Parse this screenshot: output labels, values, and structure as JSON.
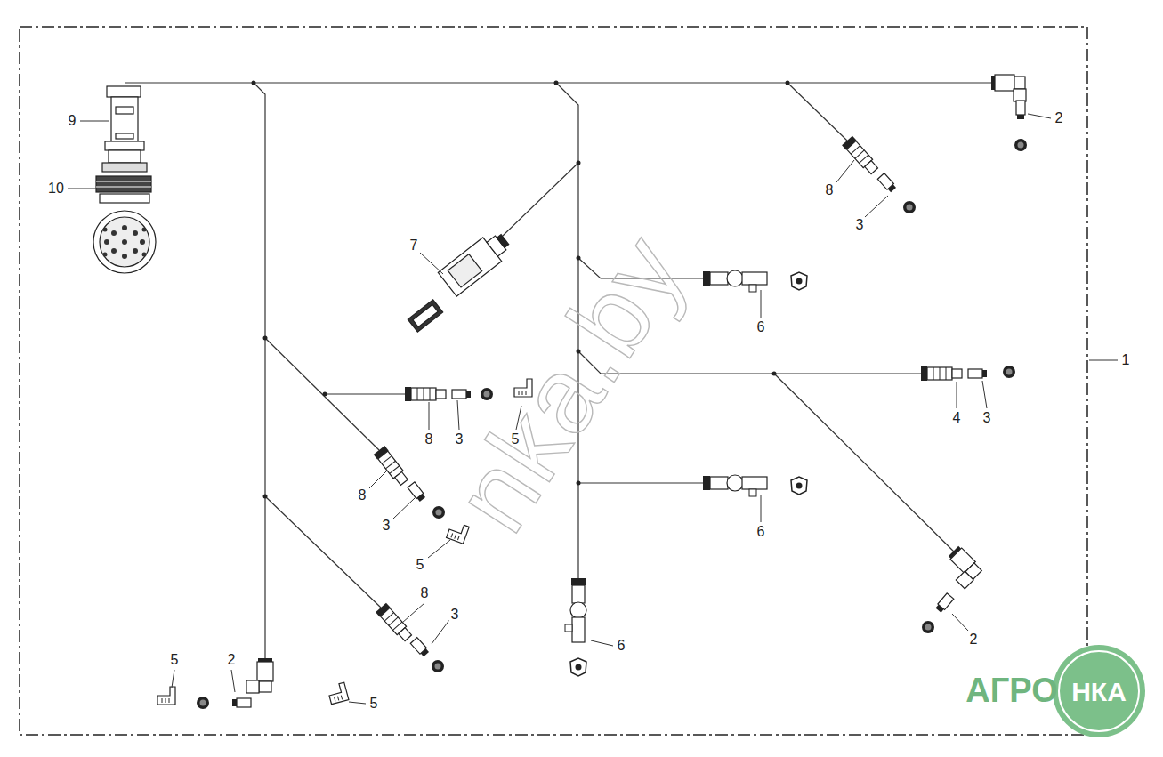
{
  "diagram": {
    "labels": [
      "9",
      "10",
      "7",
      "2",
      "8",
      "3",
      "6",
      "1",
      "8",
      "3",
      "5",
      "4",
      "3",
      "8",
      "3",
      "5",
      "6",
      "2",
      "8",
      "3",
      "6",
      "5",
      "2",
      "5",
      "nka.by",
      "АГРО",
      "НКА"
    ]
  }
}
